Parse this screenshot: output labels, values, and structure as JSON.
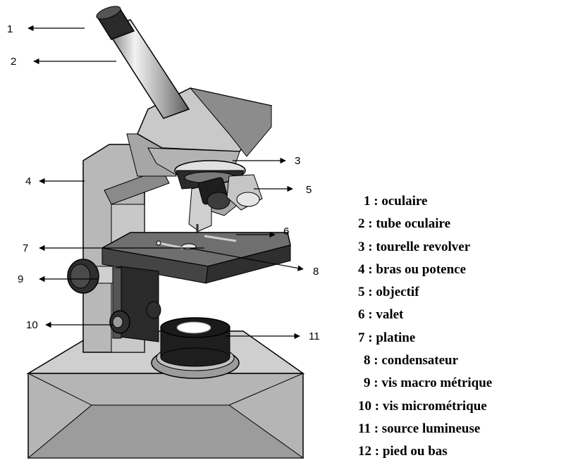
{
  "callout_numbers": [
    "1",
    "2",
    "3",
    "4",
    "5",
    "6",
    "7",
    "8",
    "9",
    "10",
    "11"
  ],
  "legend": [
    "1 : oculaire",
    "2 : tube oculaire",
    "3 : tourelle revolver",
    "4 : bras ou potence",
    "5 : objectif",
    "6 : valet",
    "7 : platine",
    "8 : condensateur",
    "9 : vis macro métrique",
    "10 : vis micrométrique",
    "11 : source lumineuse",
    "12 : pied ou bas"
  ],
  "colors": {
    "body_grey": "#bdbdbd",
    "light_grey": "#d9d9d9",
    "dark_grey": "#4a4a4a",
    "black": "#1a1a1a"
  }
}
